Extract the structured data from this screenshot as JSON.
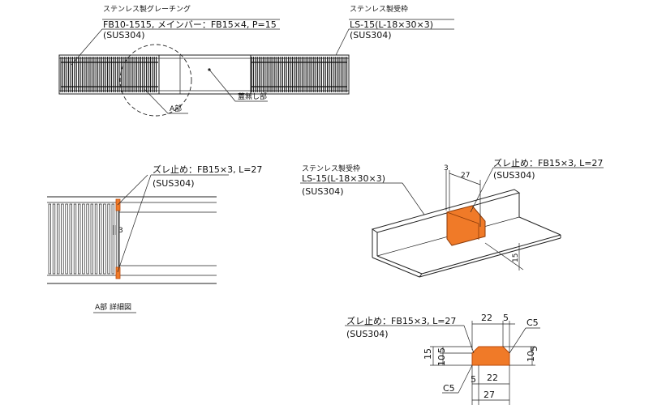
{
  "top_view": {
    "grating_label": "ステンレス製グレーチング",
    "grating_spec": "FB10-1515, メインバー：FB15×4, P=15",
    "grating_material": "(SUS304)",
    "frame_label": "ステンレス製受枠",
    "frame_spec": "LS-15(L-18×30×3)",
    "frame_material": "(SUS304)",
    "part_a_label": "A部",
    "lid_label": "蓋無し部"
  },
  "detail_a": {
    "stopper_spec": "ズレ止め：FB15×3, L=27",
    "stopper_material": "(SUS304)",
    "dim_3": "3",
    "title": "A部 詳細図"
  },
  "iso_view": {
    "frame_label": "ステンレス製受枠",
    "frame_spec": "LS-15(L-18×30×3)",
    "frame_material": "(SUS304)",
    "stopper_spec": "ズレ止め：FB15×3, L=27",
    "stopper_material": "(SUS304)",
    "dim_3": "3",
    "dim_27": "27",
    "dim_15": "15"
  },
  "stopper_detail": {
    "stopper_spec": "ズレ止め：FB15×3, L=27",
    "stopper_material": "(SUS304)",
    "dim_22_top": "22",
    "dim_5_top": "5",
    "chamfer_top": "C5",
    "dim_15": "15",
    "dim_5_left": "5",
    "dim_10_left": "10",
    "dim_10_right": "10",
    "dim_5_right": "5",
    "dim_5_bottom": "5",
    "dim_22_bottom": "22",
    "chamfer_bottom": "C5",
    "dim_27": "27"
  },
  "colors": {
    "stopper_fill": "#f07a28",
    "stopper_edge": "#b84a0c",
    "line": "#222222"
  }
}
